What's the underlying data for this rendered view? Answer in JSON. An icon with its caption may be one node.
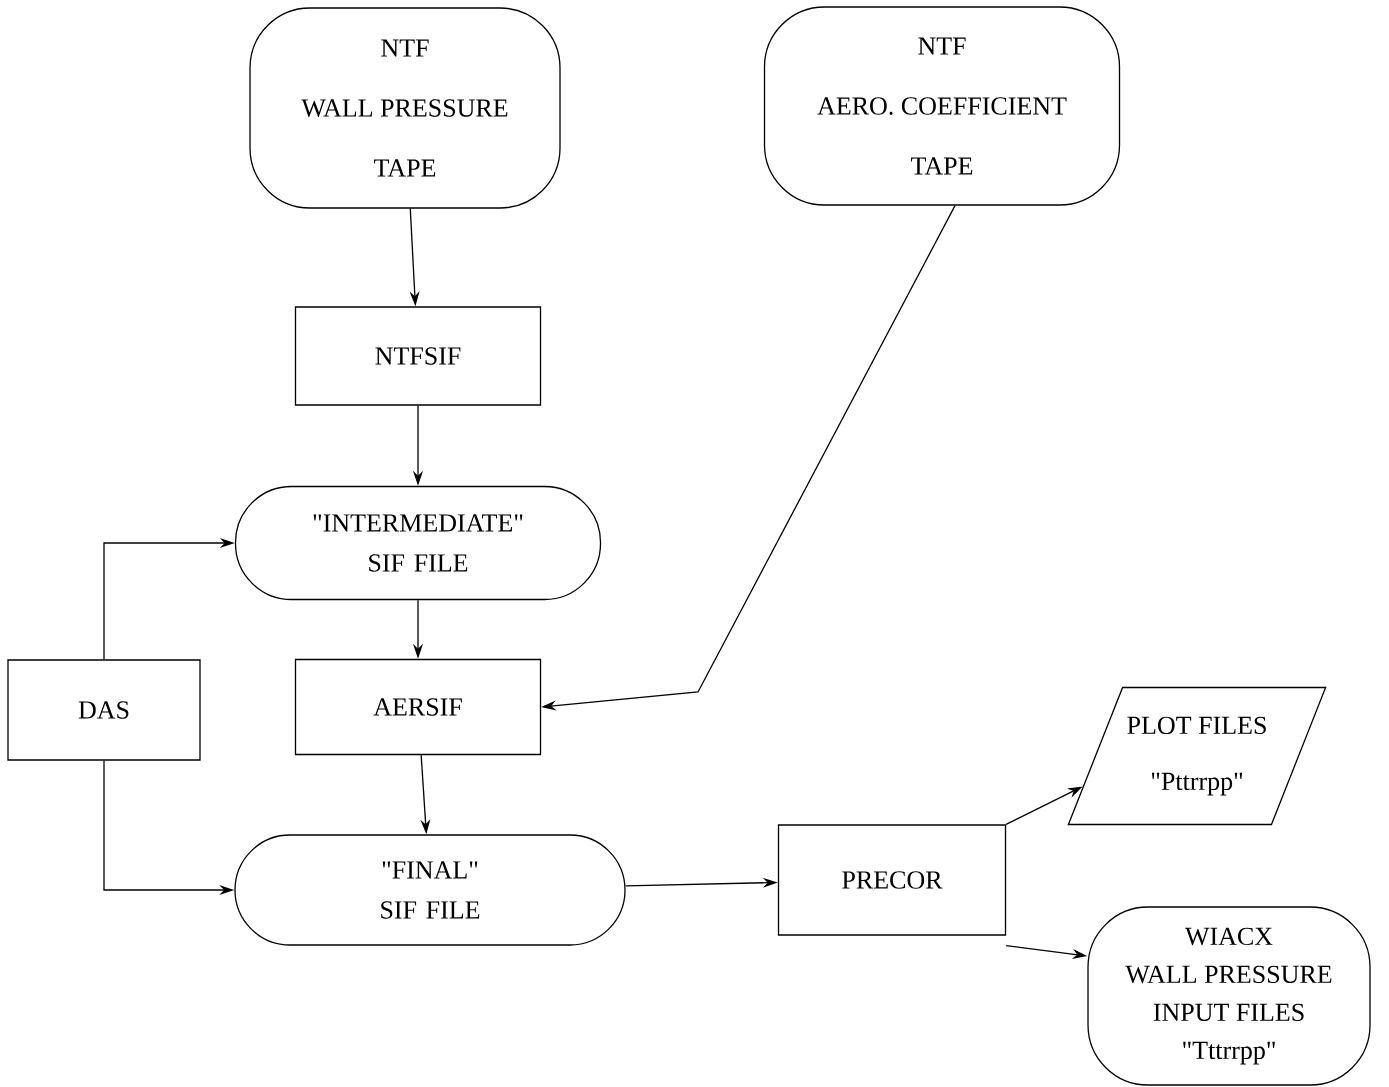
{
  "diagram": {
    "nodes": [
      {
        "text": [
          "NTF",
          "WALL PRESSURE",
          "TAPE"
        ]
      },
      {
        "text": [
          "NTF",
          "AERO. COEFFICIENT",
          "TAPE"
        ]
      },
      {
        "text": [
          "NTFSIF"
        ]
      },
      {
        "text": [
          "\"INTERMEDIATE\" SIF FILE"
        ]
      },
      {
        "text": [
          "DAS"
        ]
      },
      {
        "text": [
          "AERSIF"
        ]
      },
      {
        "text": [
          "\"FINAL\" SIF FILE"
        ]
      },
      {
        "text": [
          "PRECOR"
        ]
      },
      {
        "text": [
          "PLOT FILES",
          "\"Pttrrpp\""
        ]
      },
      {
        "text": [
          "WIACX",
          "WALL PRESSURE",
          "INPUT FILES",
          "\"Tttrrpp\""
        ]
      }
    ],
    "edges": [
      {
        "from": 0,
        "to": 2,
        "arrow": "to"
      },
      {
        "from": 2,
        "to": 3,
        "arrow": "to"
      },
      {
        "from": 3,
        "to": 5,
        "arrow": "to"
      },
      {
        "from": 1,
        "to": 5,
        "arrow": "to"
      },
      {
        "from": 4,
        "to": 3,
        "arrow": "to"
      },
      {
        "from": 5,
        "to": 6,
        "arrow": "to"
      },
      {
        "from": 4,
        "to": 6,
        "arrow": "to"
      },
      {
        "from": 6,
        "to": 7,
        "arrow": "to"
      },
      {
        "from": 7,
        "to": 8,
        "arrow": "to"
      },
      {
        "from": 7,
        "to": 9,
        "arrow": "to"
      }
    ]
  }
}
